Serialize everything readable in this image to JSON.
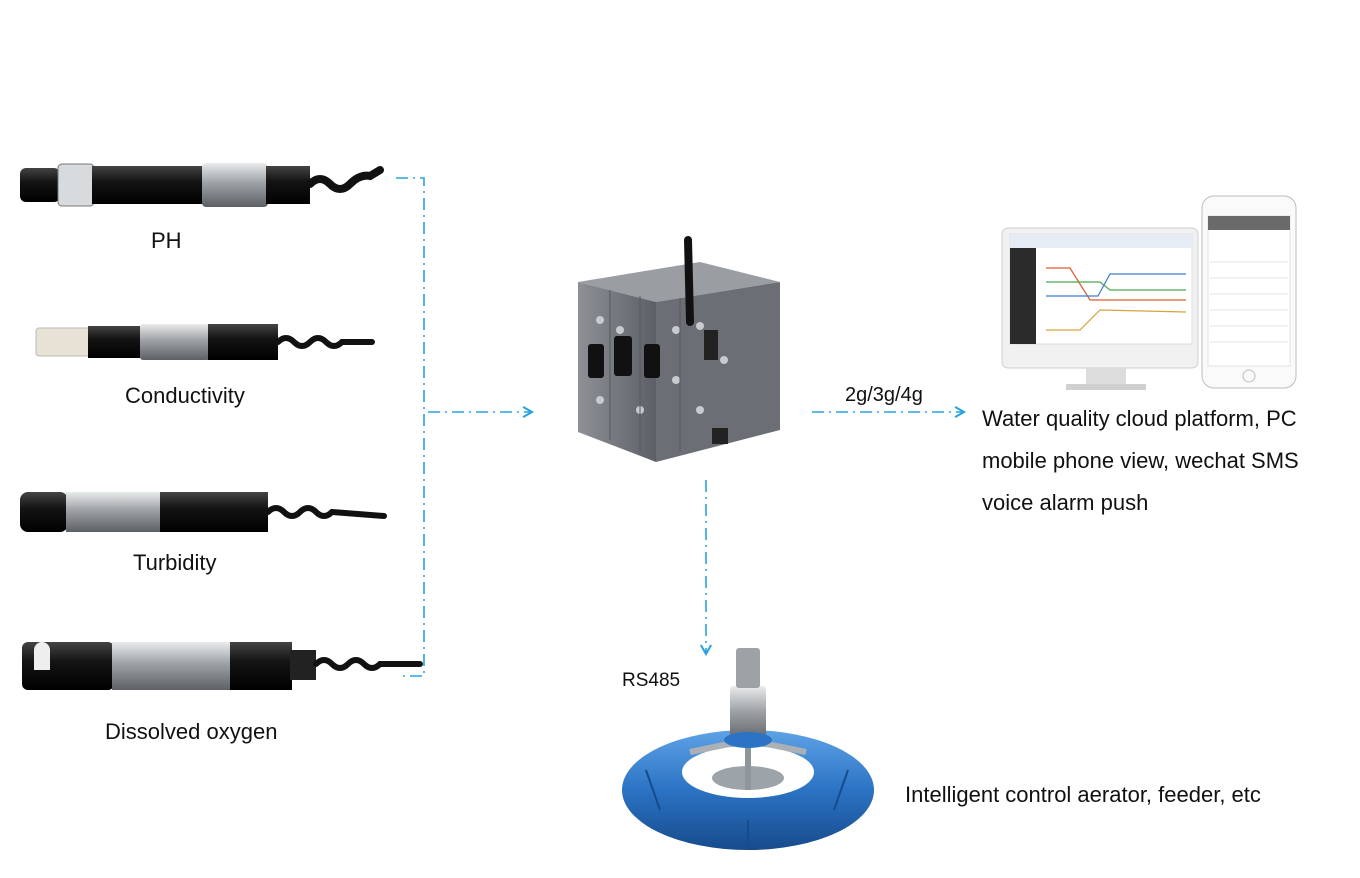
{
  "sensors": [
    {
      "label": "PH",
      "icon": "ph-probe-icon"
    },
    {
      "label": "Conductivity",
      "icon": "conductivity-probe-icon"
    },
    {
      "label": "Turbidity",
      "icon": "turbidity-probe-icon"
    },
    {
      "label": "Dissolved oxygen",
      "icon": "dissolved-oxygen-probe-icon"
    }
  ],
  "gateway": {
    "icon": "data-logger-gateway-icon"
  },
  "network_link": {
    "label": "2g/3g/4g"
  },
  "cloud": {
    "icon": "pc-and-phone-icon",
    "lines": [
      "Water quality cloud platform, PC",
      "mobile phone view, wechat SMS",
      "voice alarm push"
    ]
  },
  "bus_link": {
    "label": "RS485"
  },
  "aerator": {
    "icon": "aerator-icon",
    "label": "Intelligent control aerator, feeder, etc"
  },
  "colors": {
    "connector": "#29a3dd",
    "aerator_blue": "#2b73c4",
    "probe_black": "#161616",
    "probe_steel": "#b9bcbf"
  }
}
